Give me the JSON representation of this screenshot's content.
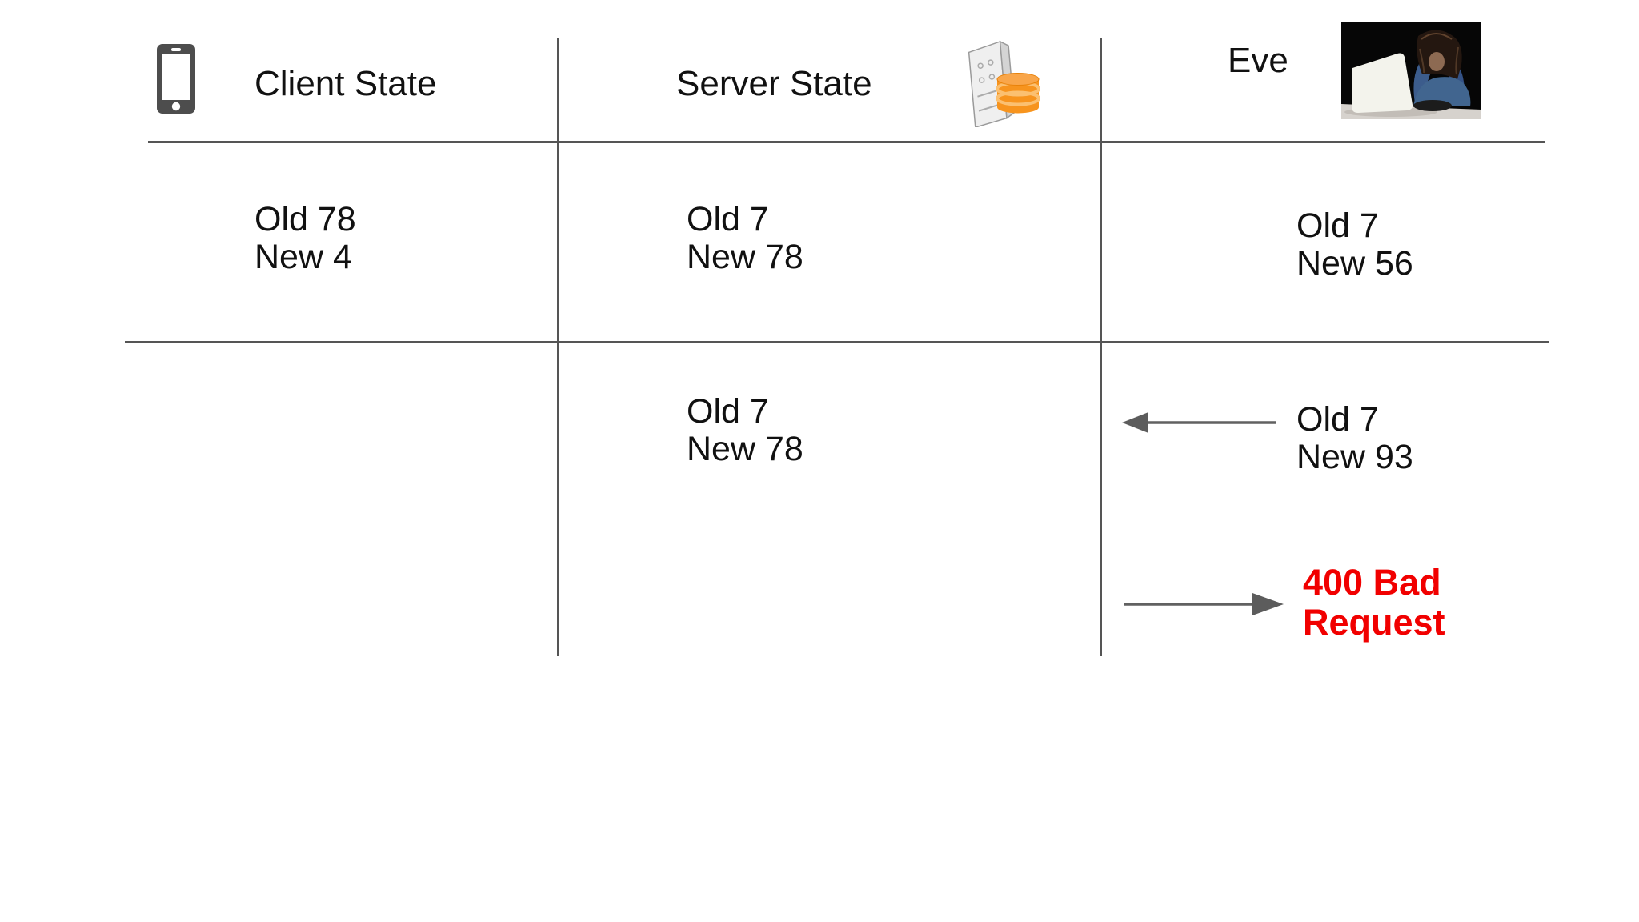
{
  "colors": {
    "text": "#111111",
    "line": "#555555",
    "arrow": "#616161",
    "error_red": "#f10000",
    "server_orange": "#f7941e",
    "icon_gray": "#4d4d4d"
  },
  "header": {
    "columns": [
      {
        "id": "client",
        "label": "Client State",
        "icon": "smartphone-icon"
      },
      {
        "id": "server",
        "label": "Server State",
        "icon": "server-database-icon"
      },
      {
        "id": "eve",
        "label": "Eve",
        "icon": "hacker-at-laptop-photo"
      }
    ]
  },
  "cells": {
    "row1_client": {
      "line1": "Old 78",
      "line2": "New 4"
    },
    "row1_server": {
      "line1": "Old 7",
      "line2": "New 78"
    },
    "row1_eve": {
      "line1": "Old 7",
      "line2": "New 56"
    },
    "row2_server": {
      "line1": "Old 7",
      "line2": "New 78"
    },
    "row2_eve": {
      "line1": "Old 7",
      "line2": "New 93"
    },
    "row3_eve_error": {
      "line1": "400 Bad",
      "line2": "Request"
    }
  },
  "arrows": [
    {
      "id": "eve-request-arrow",
      "direction": "left"
    },
    {
      "id": "server-response-arrow",
      "direction": "right"
    }
  ]
}
